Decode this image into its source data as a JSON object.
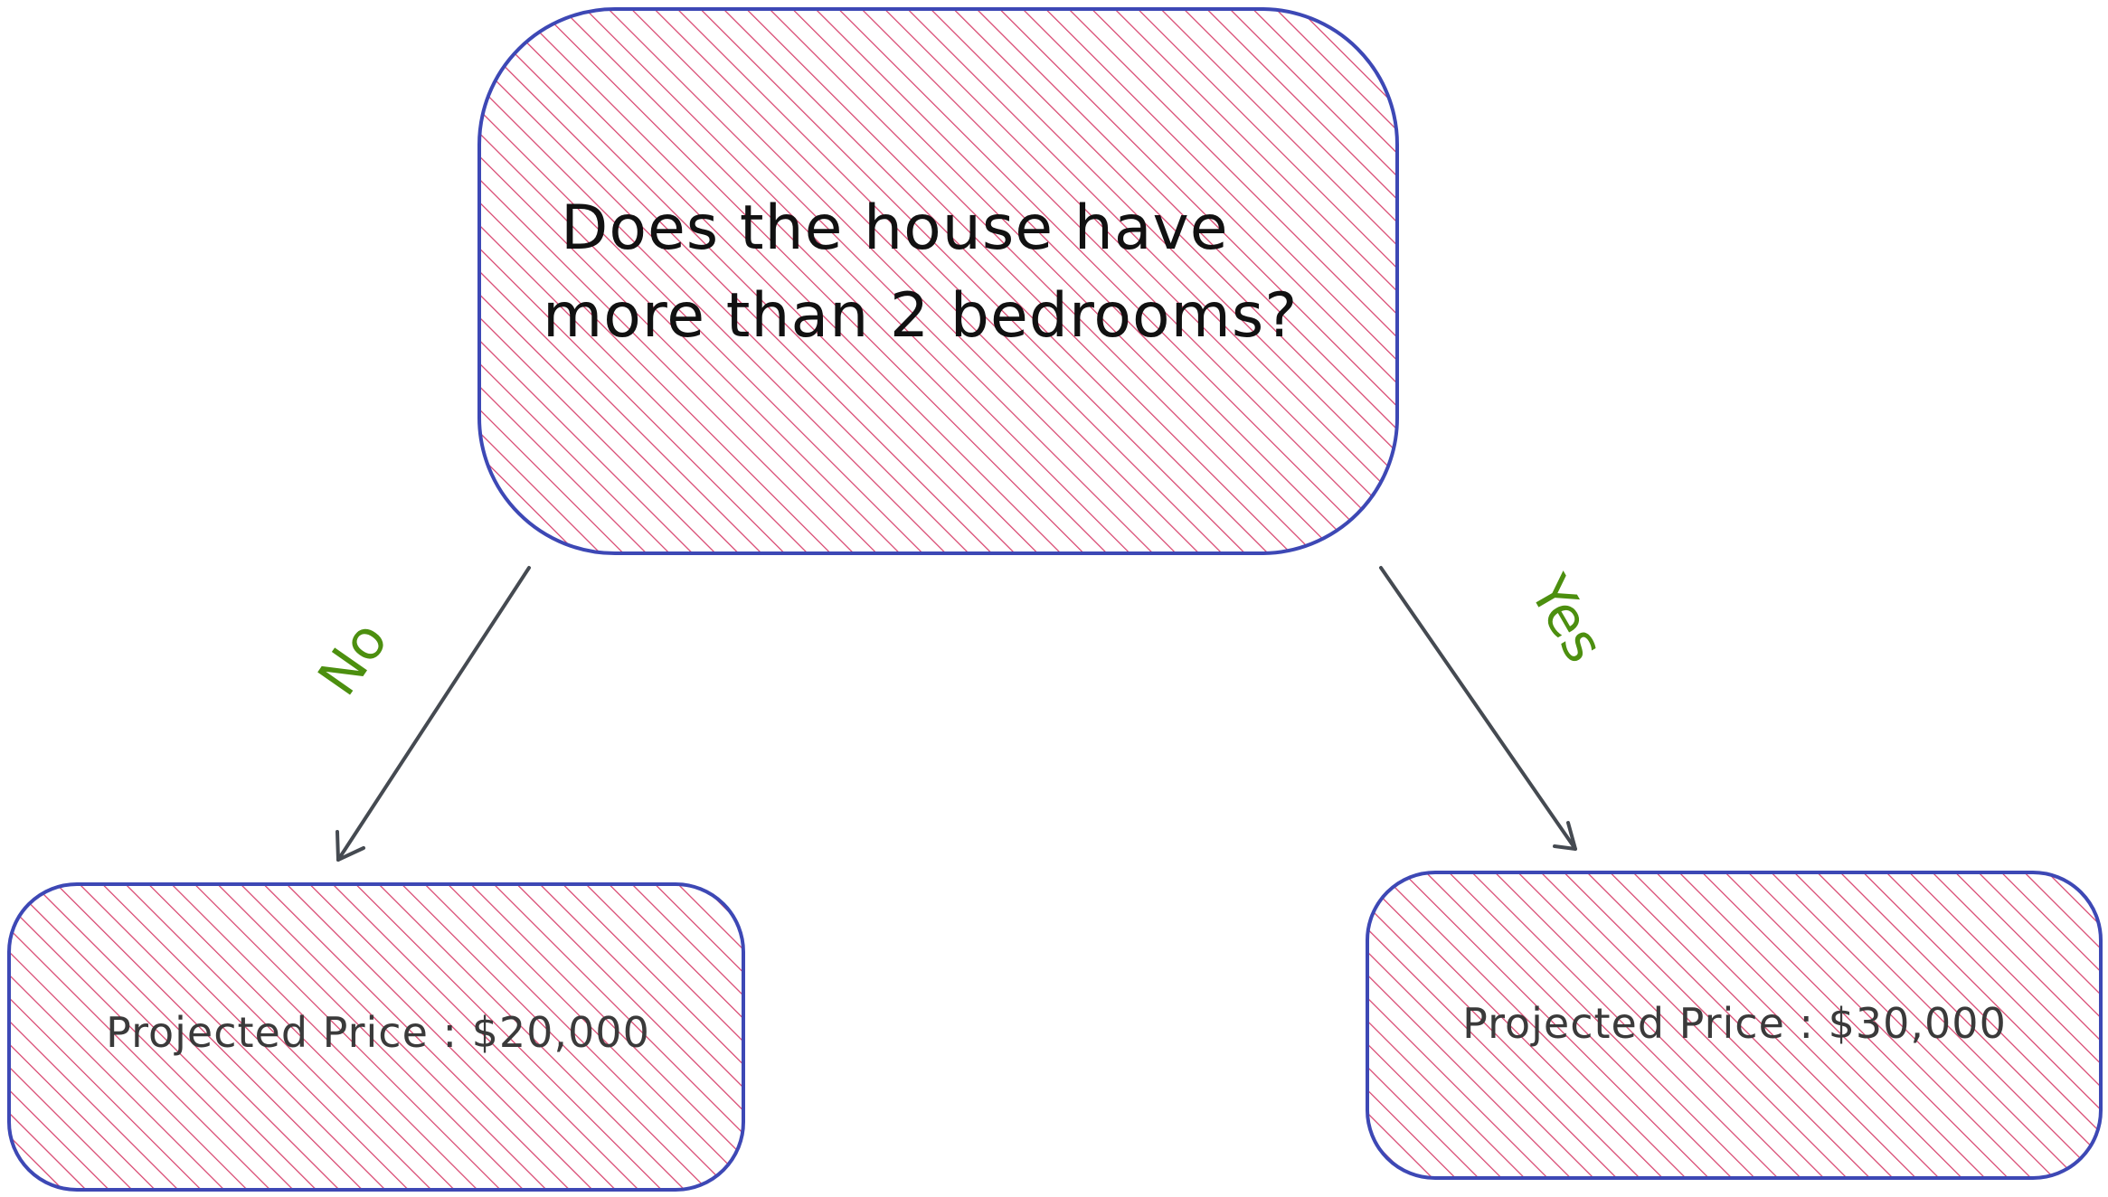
{
  "root": {
    "question_line1": "Does the house have",
    "question_line2": "more than 2 bedrooms?"
  },
  "branches": {
    "no_label": "No",
    "yes_label": "Yes"
  },
  "leaves": {
    "left_text": "Projected Price : $20,000",
    "right_text": "Projected Price : $30,000"
  },
  "colors": {
    "box_stroke": "#3d48b5",
    "hatch": "#d8446e",
    "edge": "#454a51",
    "label_green": "#4c8f0f"
  }
}
